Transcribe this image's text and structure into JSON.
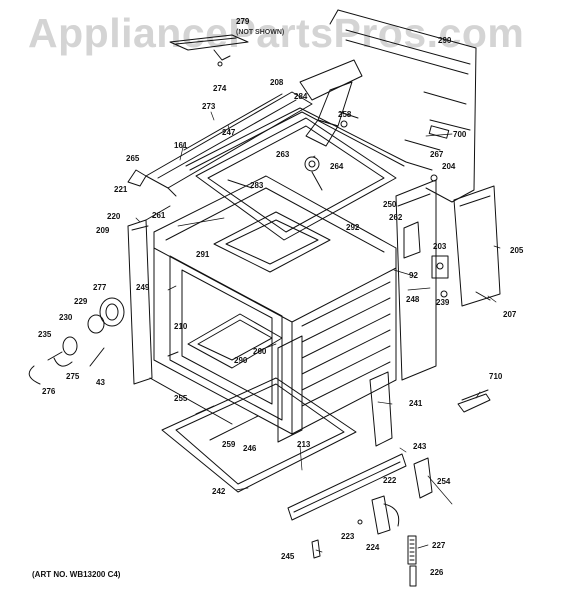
{
  "watermark": "AppliancePartsPros.com",
  "art_number": "(ART NO. WB13200 C4)",
  "note": "(NOT SHOWN)",
  "labels": [
    "279",
    "274",
    "290",
    "208",
    "284",
    "258",
    "700",
    "273",
    "247",
    "161",
    "263",
    "264",
    "267",
    "204",
    "265",
    "283",
    "221",
    "250",
    "262",
    "220",
    "261",
    "209",
    "292",
    "205",
    "291",
    "203",
    "277",
    "249",
    "92",
    "248",
    "239",
    "229",
    "207",
    "230",
    "210",
    "260",
    "235",
    "290",
    "275",
    "43",
    "276",
    "710",
    "255",
    "241",
    "259",
    "246",
    "243",
    "213",
    "254",
    "242",
    "222",
    "223",
    "224",
    "227",
    "245",
    "226"
  ],
  "colors": {
    "ink": "#111111",
    "watermark": "#d4d4d4",
    "background": "#ffffff"
  }
}
